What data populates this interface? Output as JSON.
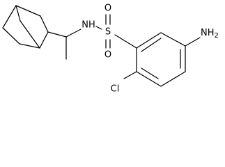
{
  "molecule": {
    "atoms": {
      "nh": "NH",
      "s": "S",
      "o_top": "O",
      "o_bottom": "O",
      "nh2": "NH",
      "nh2_sub": "2",
      "cl": "Cl"
    }
  }
}
